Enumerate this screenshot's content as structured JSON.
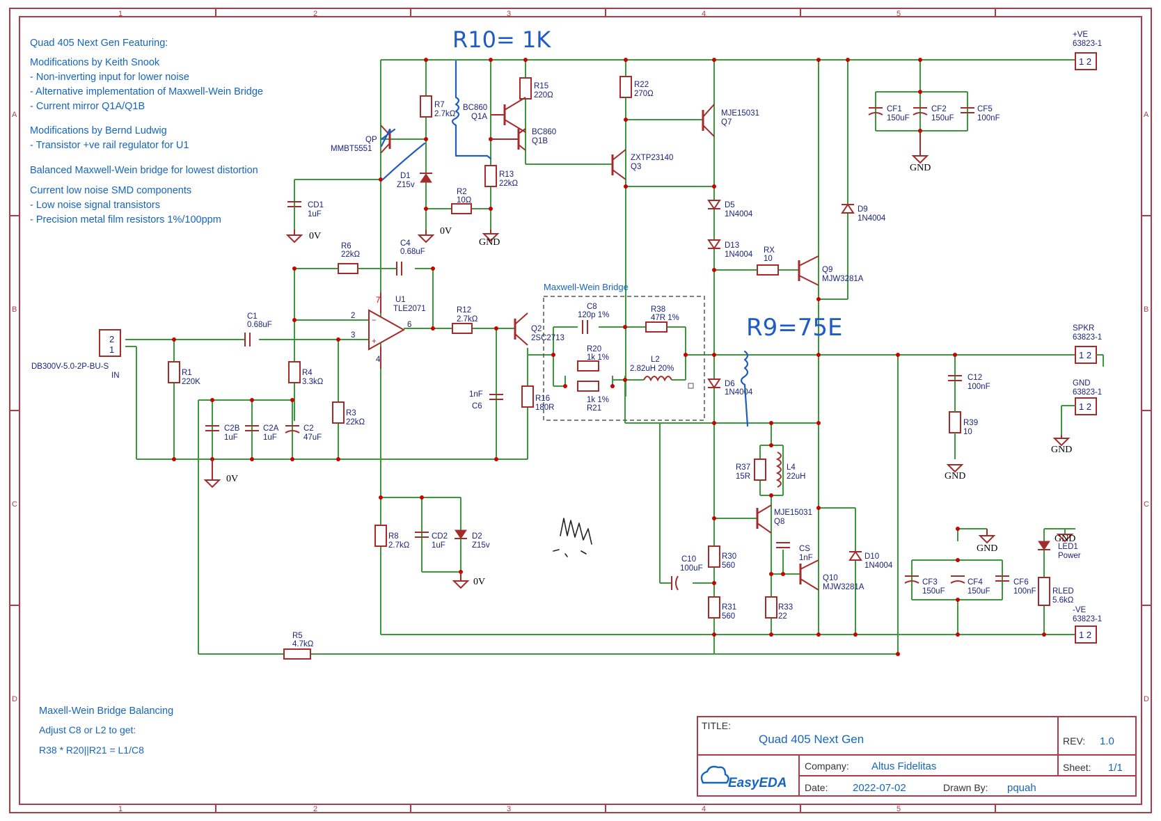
{
  "notes": {
    "title": "Quad 405 Next Gen Featuring:",
    "keith_heading": "Modifications by Keith Snook",
    "keith_1": "- Non-inverting input for lower noise",
    "keith_2": "- Alternative implementation of Maxwell-Wein Bridge",
    "keith_3": "- Current mirror Q1A/Q1B",
    "bernd_heading": "Modifications by Bernd Ludwig",
    "bernd_1": "- Transistor +ve rail regulator for U1",
    "balanced": "Balanced Maxwell-Wein bridge for lowest distortion",
    "current_heading": "Current low noise SMD components",
    "current_1": "- Low noise signal transistors",
    "current_2": "- Precision metal film resistors 1%/100ppm"
  },
  "bridge_note": {
    "title": "Maxell-Wein Bridge Balancing",
    "line1": "Adjust C8 or L2 to get:",
    "line2": "R38 * R20||R21 = L1/C8"
  },
  "handwritten": {
    "r10": "R10= 1K",
    "r9": "R9=75E"
  },
  "frame": {
    "cols": [
      "1",
      "2",
      "3",
      "4",
      "5"
    ],
    "rows": [
      "A",
      "B",
      "C",
      "D"
    ]
  },
  "title_block": {
    "title_label": "TITLE:",
    "title": "Quad 405 Next Gen",
    "rev_label": "REV:",
    "rev": "1.0",
    "company_label": "Company:",
    "company": "Altus Fidelitas",
    "sheet_label": "Sheet:",
    "sheet": "1/1",
    "date_label": "Date:",
    "date": "2022-07-02",
    "drawn_label": "Drawn By:",
    "drawn": "pquah",
    "logo": "EasyEDA"
  },
  "bridge_box_label": "Maxwell-Wein Bridge",
  "components": {
    "R7": [
      "R7",
      "2.7kΩ"
    ],
    "R15": [
      "R15",
      "220Ω"
    ],
    "R22": [
      "R22",
      "270Ω"
    ],
    "Q1A": [
      "BC860",
      "Q1A"
    ],
    "Q1B": [
      "BC860",
      "Q1B"
    ],
    "Q7": [
      "MJE15031",
      "Q7"
    ],
    "Q3": [
      "ZXTP23140",
      "Q3"
    ],
    "QP": [
      "QP",
      "MMBT5551"
    ],
    "D1": [
      "D1",
      "Z15v"
    ],
    "R2": [
      "R2",
      "10Ω"
    ],
    "R13": [
      "R13",
      "22kΩ"
    ],
    "CD1": [
      "CD1",
      "1uF"
    ],
    "R6": [
      "R6",
      "22kΩ"
    ],
    "C4": [
      "C4",
      "0.68uF"
    ],
    "U1": [
      "U1",
      "TLE2071"
    ],
    "R12": [
      "R12",
      "2.7kΩ"
    ],
    "Q2": [
      "Q2",
      "2SC2713"
    ],
    "C1": [
      "C1",
      "0.68uF"
    ],
    "R1": [
      "R1",
      "220K"
    ],
    "R4": [
      "R4",
      "3.3kΩ"
    ],
    "R3": [
      "R3",
      "22kΩ"
    ],
    "C2B": [
      "C2B",
      "1uF"
    ],
    "C2A": [
      "C2A",
      "1uF"
    ],
    "C2": [
      "C2",
      "47uF"
    ],
    "C6": [
      "1nF",
      "C6"
    ],
    "R16": [
      "R16",
      "180R"
    ],
    "C8": [
      "C8",
      "120p 1%"
    ],
    "R38": [
      "R38",
      "47R 1%"
    ],
    "R20": [
      "R20",
      "1k 1%"
    ],
    "R21": [
      "1k 1%",
      "R21"
    ],
    "L2": [
      "L2",
      "2.82uH 20%"
    ],
    "D5": [
      "D5",
      "1N4004"
    ],
    "D13": [
      "D13",
      "1N4004"
    ],
    "RX": [
      "RX",
      "10"
    ],
    "Q9": [
      "Q9",
      "MJW3281A"
    ],
    "D9": [
      "D9",
      "1N4004"
    ],
    "D6": [
      "D6",
      "1N4004"
    ],
    "R37": [
      "R37",
      "15R"
    ],
    "L4": [
      "L4",
      "22uH"
    ],
    "Q8": [
      "MJE15031",
      "Q8"
    ],
    "CS": [
      "CS",
      "1nF"
    ],
    "Q10": [
      "Q10",
      "MJW3281A"
    ],
    "D10": [
      "D10",
      "1N4004"
    ],
    "C10": [
      "C10",
      "100uF"
    ],
    "R30": [
      "R30",
      "560"
    ],
    "R31": [
      "R31",
      "560"
    ],
    "R33": [
      "R33",
      "22"
    ],
    "R8": [
      "R8",
      "2.7kΩ"
    ],
    "CD2": [
      "CD2",
      "1uF"
    ],
    "D2": [
      "D2",
      "Z15v"
    ],
    "R5": [
      "R5",
      "4.7kΩ"
    ],
    "CF1": [
      "CF1",
      "150uF"
    ],
    "CF2": [
      "CF2",
      "150uF"
    ],
    "CF5": [
      "CF5",
      "100nF"
    ],
    "C12": [
      "C12",
      "100nF"
    ],
    "R39": [
      "R39",
      "10"
    ],
    "CF3": [
      "CF3",
      "150uF"
    ],
    "CF4": [
      "CF4",
      "150uF"
    ],
    "CF6": [
      "CF6",
      "100nF"
    ],
    "LED1": [
      "LED1",
      "Power"
    ],
    "RLED": [
      "RLED",
      "5.6kΩ"
    ]
  },
  "connectors": {
    "vpos": [
      "+VE",
      "63823-1"
    ],
    "spkr": [
      "SPKR",
      "63823-1"
    ],
    "gnd": [
      "GND",
      "63823-1"
    ],
    "vneg": [
      "-VE",
      "63823-1"
    ],
    "in": [
      "DB300V-5.0-2P-BU-S",
      "IN"
    ]
  },
  "power_labels": {
    "zero_v": "0V",
    "gnd": "GND"
  },
  "pin_labels": {
    "u1_2": "2",
    "u1_3": "3",
    "u1_6": "6",
    "u1_7": "7",
    "u1_4": "4",
    "p1": "1",
    "p2": "2"
  },
  "colors": {
    "frame": "#b03a48",
    "wire": "#3a9a3a",
    "part": "#a52a2a",
    "text": "#1a237e",
    "note": "#1565c0",
    "junction": "#cc0000",
    "ink": "#1e5bc6"
  }
}
